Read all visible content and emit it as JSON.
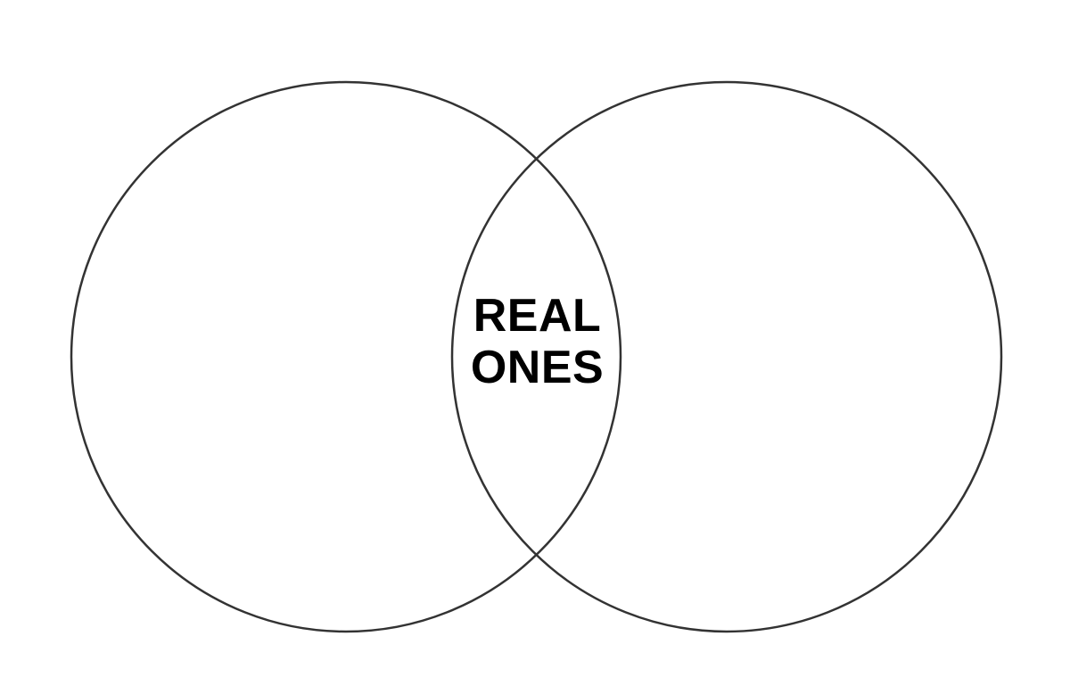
{
  "diagram": {
    "type": "venn",
    "sets": [
      {
        "id": "left",
        "label": ""
      },
      {
        "id": "right",
        "label": ""
      }
    ],
    "intersection": {
      "lines": [
        "REAL",
        "ONES"
      ]
    },
    "colors": {
      "stroke": "#333333",
      "text": "#000000",
      "background": "#ffffff"
    }
  }
}
